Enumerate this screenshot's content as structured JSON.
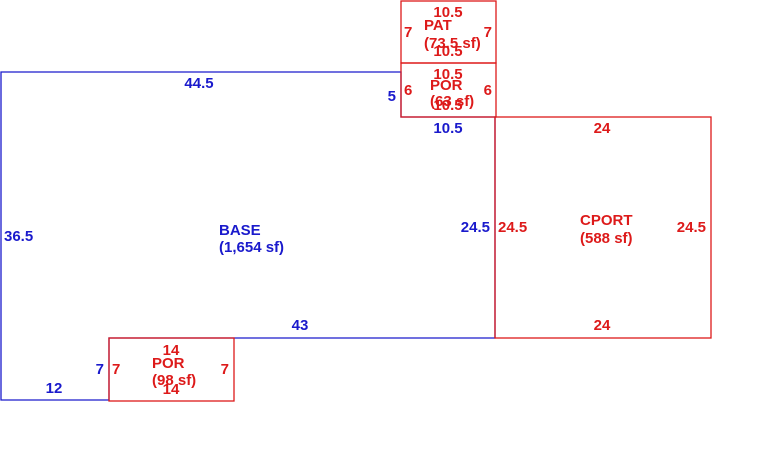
{
  "colors": {
    "base": "#1a1acc",
    "addition": "#dd1a1a",
    "background": "#ffffff"
  },
  "areas": {
    "base": {
      "name": "BASE",
      "area": "(1,654 sf)"
    },
    "cport": {
      "name": "CPORT",
      "area": "(588 sf)"
    },
    "pat": {
      "name": "PAT",
      "area": "(73.5 sf)"
    },
    "por_top": {
      "name": "POR",
      "area": "(63 sf)"
    },
    "por_bottom": {
      "name": "POR",
      "area": "(98 sf)"
    }
  },
  "dimensions": {
    "base_top": "44.5",
    "base_left": "36.5",
    "base_right": "24.5",
    "base_step_bottom": "43",
    "base_bottom": "12",
    "base_step_left": "7",
    "base_notch_left": "5",
    "base_notch_bottom": "10.5",
    "cport_top": "24",
    "cport_bottom": "24",
    "cport_left": "24.5",
    "cport_right": "24.5",
    "pat_top": "10.5",
    "pat_bottom": "10.5",
    "pat_left": "7",
    "pat_right": "7",
    "por_top_top": "10.5",
    "por_top_bottom": "10.5",
    "por_top_left": "6",
    "por_top_right": "6",
    "por_bottom_top": "14",
    "por_bottom_bottom": "14",
    "por_bottom_left": "7",
    "por_bottom_right": "7"
  }
}
